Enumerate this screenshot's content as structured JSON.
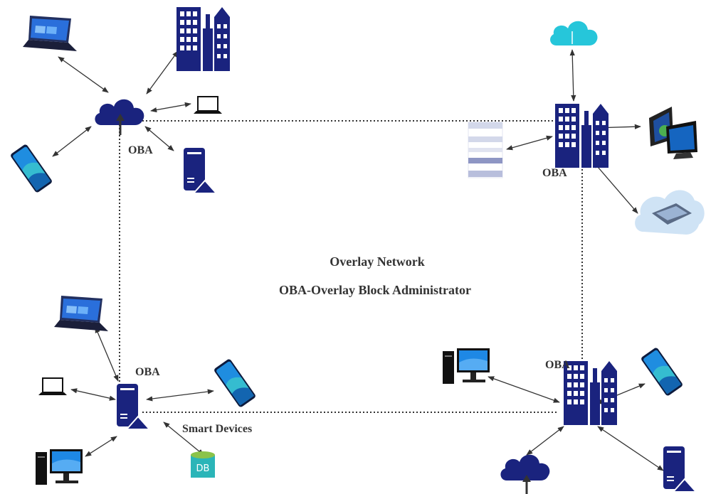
{
  "diagram": {
    "title": "Overlay Network",
    "subtitle": "OBA-Overlay Block Administrator",
    "labels": {
      "top_left_oba": "OBA",
      "top_right_oba": "OBA",
      "bottom_left_oba": "OBA",
      "bottom_right_oba": "OBA",
      "smart_devices": "Smart Devices",
      "db": "DB"
    },
    "colors": {
      "navy": "#1a237e",
      "cloud_teal": "#26c6da",
      "line": "#333333",
      "ledger_light": "#d3d8ea",
      "ledger_dark": "#8e96c4",
      "db_teal": "#2bb5b8",
      "db_lid": "#8bc34a"
    }
  }
}
